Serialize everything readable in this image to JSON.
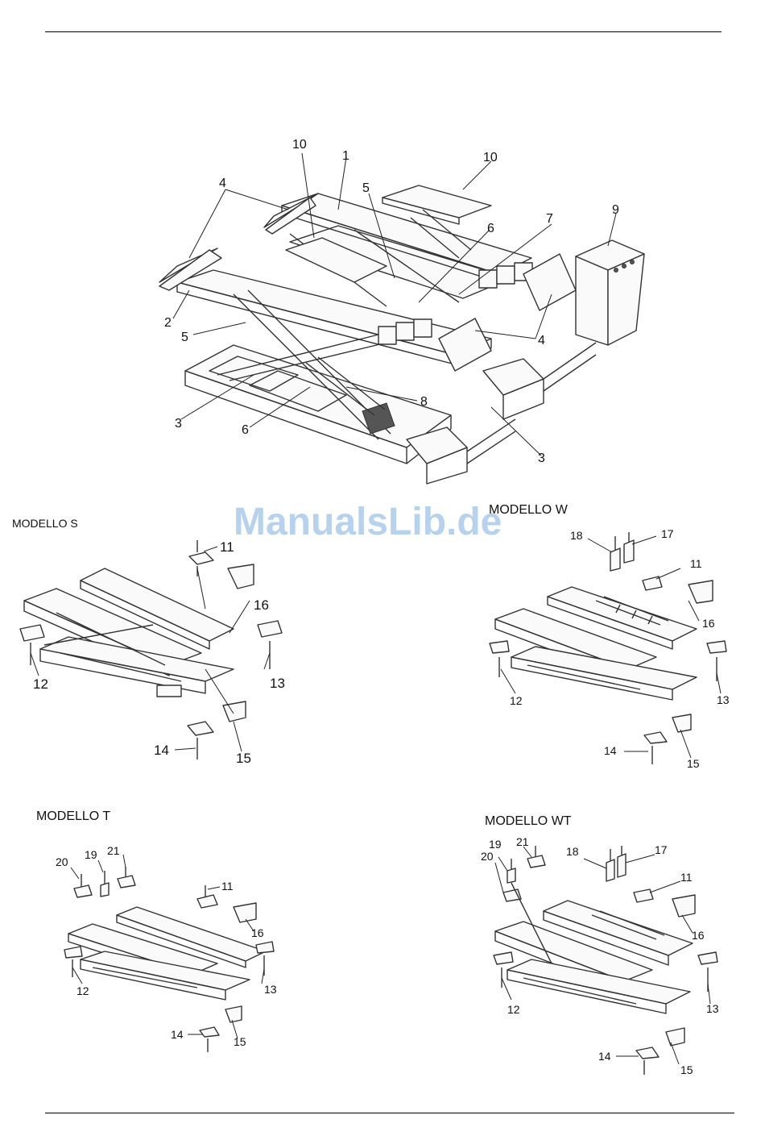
{
  "watermark": "ManualsLib.de",
  "main_diagram": {
    "callouts": [
      "10",
      "1",
      "10",
      "4",
      "5",
      "6",
      "7",
      "9",
      "2",
      "5",
      "4",
      "3",
      "6",
      "8",
      "3"
    ]
  },
  "models": {
    "s": {
      "title": "MODELLO S",
      "callouts": [
        "11",
        "16",
        "13",
        "12",
        "14",
        "15"
      ]
    },
    "w": {
      "title": "MODELLO W",
      "callouts": [
        "18",
        "17",
        "11",
        "16",
        "12",
        "13",
        "14",
        "15"
      ]
    },
    "t": {
      "title": "MODELLO T",
      "callouts": [
        "20",
        "19",
        "21",
        "11",
        "16",
        "12",
        "13",
        "14",
        "15"
      ]
    },
    "wt": {
      "title": "MODELLO WT",
      "callouts": [
        "19",
        "21",
        "20",
        "18",
        "17",
        "11",
        "16",
        "12",
        "13",
        "14",
        "15"
      ]
    }
  }
}
